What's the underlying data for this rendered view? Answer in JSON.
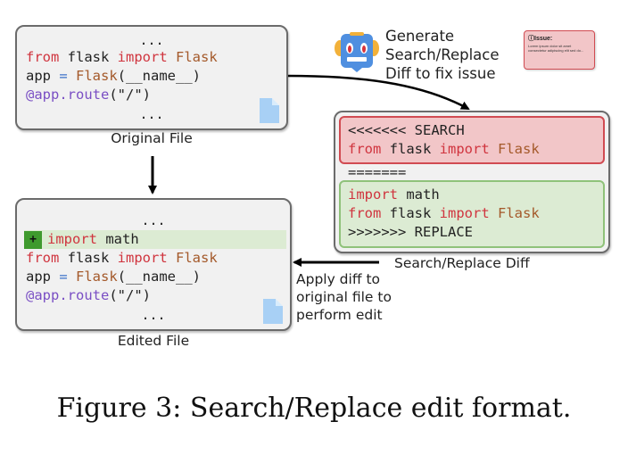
{
  "original_file": {
    "label": "Original File",
    "dots_top": "...",
    "dots_bottom": "...",
    "lines": [
      {
        "parts": [
          {
            "t": "from",
            "c": "kw"
          },
          {
            "t": " flask ",
            "c": ""
          },
          {
            "t": "import",
            "c": "kw"
          },
          {
            "t": " ",
            "c": ""
          },
          {
            "t": "Flask",
            "c": "cls"
          }
        ]
      },
      {
        "parts": [
          {
            "t": "app ",
            "c": ""
          },
          {
            "t": "=",
            "c": "op"
          },
          {
            "t": " ",
            "c": ""
          },
          {
            "t": "Flask",
            "c": "cls"
          },
          {
            "t": "(__name__)",
            "c": ""
          }
        ]
      },
      {
        "parts": [
          {
            "t": "@app.route",
            "c": "dec"
          },
          {
            "t": "(\"/\")",
            "c": ""
          }
        ]
      }
    ]
  },
  "robot": {
    "icon": "robot-icon",
    "text_lines": [
      "Generate",
      "Search/Replace",
      "Diff to fix issue"
    ]
  },
  "issue_card": {
    "title": "Issue:",
    "body": "Lorem ipsum dolor sit amet consectetur adipiscing elit sed do..."
  },
  "diff": {
    "label": "Search/Replace Diff",
    "search_marker": "<<<<<<< SEARCH",
    "search_line": {
      "parts": [
        {
          "t": "from",
          "c": "kw"
        },
        {
          "t": " flask ",
          "c": ""
        },
        {
          "t": "import",
          "c": "kw"
        },
        {
          "t": " ",
          "c": ""
        },
        {
          "t": "Flask",
          "c": "cls"
        }
      ]
    },
    "divider": "=======",
    "replace_lines": [
      {
        "parts": [
          {
            "t": "import",
            "c": "kw"
          },
          {
            "t": " math",
            "c": ""
          }
        ]
      },
      {
        "parts": [
          {
            "t": "from",
            "c": "kw"
          },
          {
            "t": " flask ",
            "c": ""
          },
          {
            "t": "import",
            "c": "kw"
          },
          {
            "t": " ",
            "c": ""
          },
          {
            "t": "Flask",
            "c": "cls"
          }
        ]
      }
    ],
    "replace_marker": ">>>>>>> REPLACE"
  },
  "apply_text": [
    "Apply diff to",
    "original file to",
    "perform edit"
  ],
  "edited_file": {
    "label": "Edited File",
    "dots_top": "...",
    "dots_bottom": "...",
    "added_marker": "+",
    "added_line": {
      "parts": [
        {
          "t": "import",
          "c": "kw"
        },
        {
          "t": " math",
          "c": ""
        }
      ]
    },
    "lines": [
      {
        "parts": [
          {
            "t": "from",
            "c": "kw"
          },
          {
            "t": " flask ",
            "c": ""
          },
          {
            "t": "import",
            "c": "kw"
          },
          {
            "t": " ",
            "c": ""
          },
          {
            "t": "Flask",
            "c": "cls"
          }
        ]
      },
      {
        "parts": [
          {
            "t": "app ",
            "c": ""
          },
          {
            "t": "=",
            "c": "op"
          },
          {
            "t": " ",
            "c": ""
          },
          {
            "t": "Flask",
            "c": "cls"
          },
          {
            "t": "(__name__)",
            "c": ""
          }
        ]
      },
      {
        "parts": [
          {
            "t": "@app.route",
            "c": "dec"
          },
          {
            "t": "(\"/\")",
            "c": ""
          }
        ]
      }
    ]
  },
  "caption": "Figure 3: Search/Replace edit format."
}
